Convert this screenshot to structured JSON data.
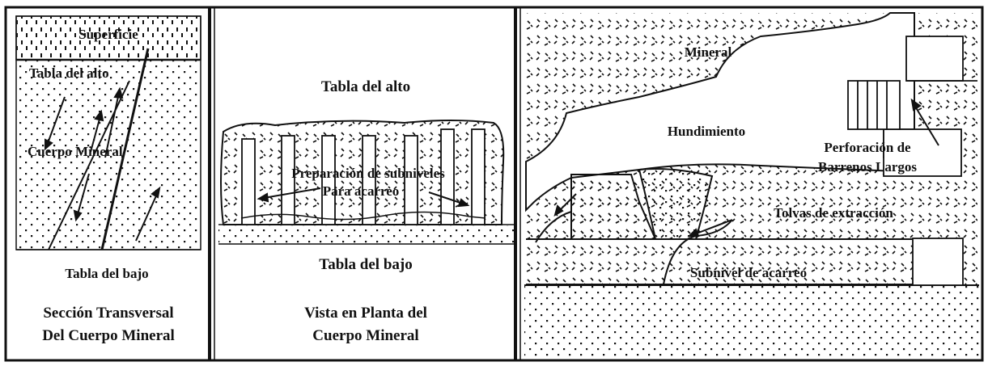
{
  "left_panel": {
    "surface_label": "Superficie",
    "hanging_wall_label": "Tabla del alto",
    "ore_body_label": "Cuerpo Mineral",
    "footwall_label": "Tabla del bajo",
    "caption_line1": "Sección Transversal",
    "caption_line2": "Del Cuerpo Mineral"
  },
  "middle_panel": {
    "hanging_wall_label": "Tabla del alto",
    "sublevel_prep_label": "Preparación de subniveles",
    "haulage_label": "Para acarreo",
    "footwall_label": "Tabla del bajo",
    "caption_line1": "Vista en Planta del",
    "caption_line2": "Cuerpo Mineral"
  },
  "right_panel": {
    "ore_label": "Mineral",
    "caving_label": "Hundimiento",
    "drilling_label_line1": "Perforación de",
    "drilling_label_line2": "Barrenos Largos",
    "drawpoints_label": "Tolvas de extracción",
    "haulage_sublevel_label": "Subnivel de acarreo"
  },
  "colors": {
    "ink": "#111111",
    "background": "#ffffff"
  }
}
